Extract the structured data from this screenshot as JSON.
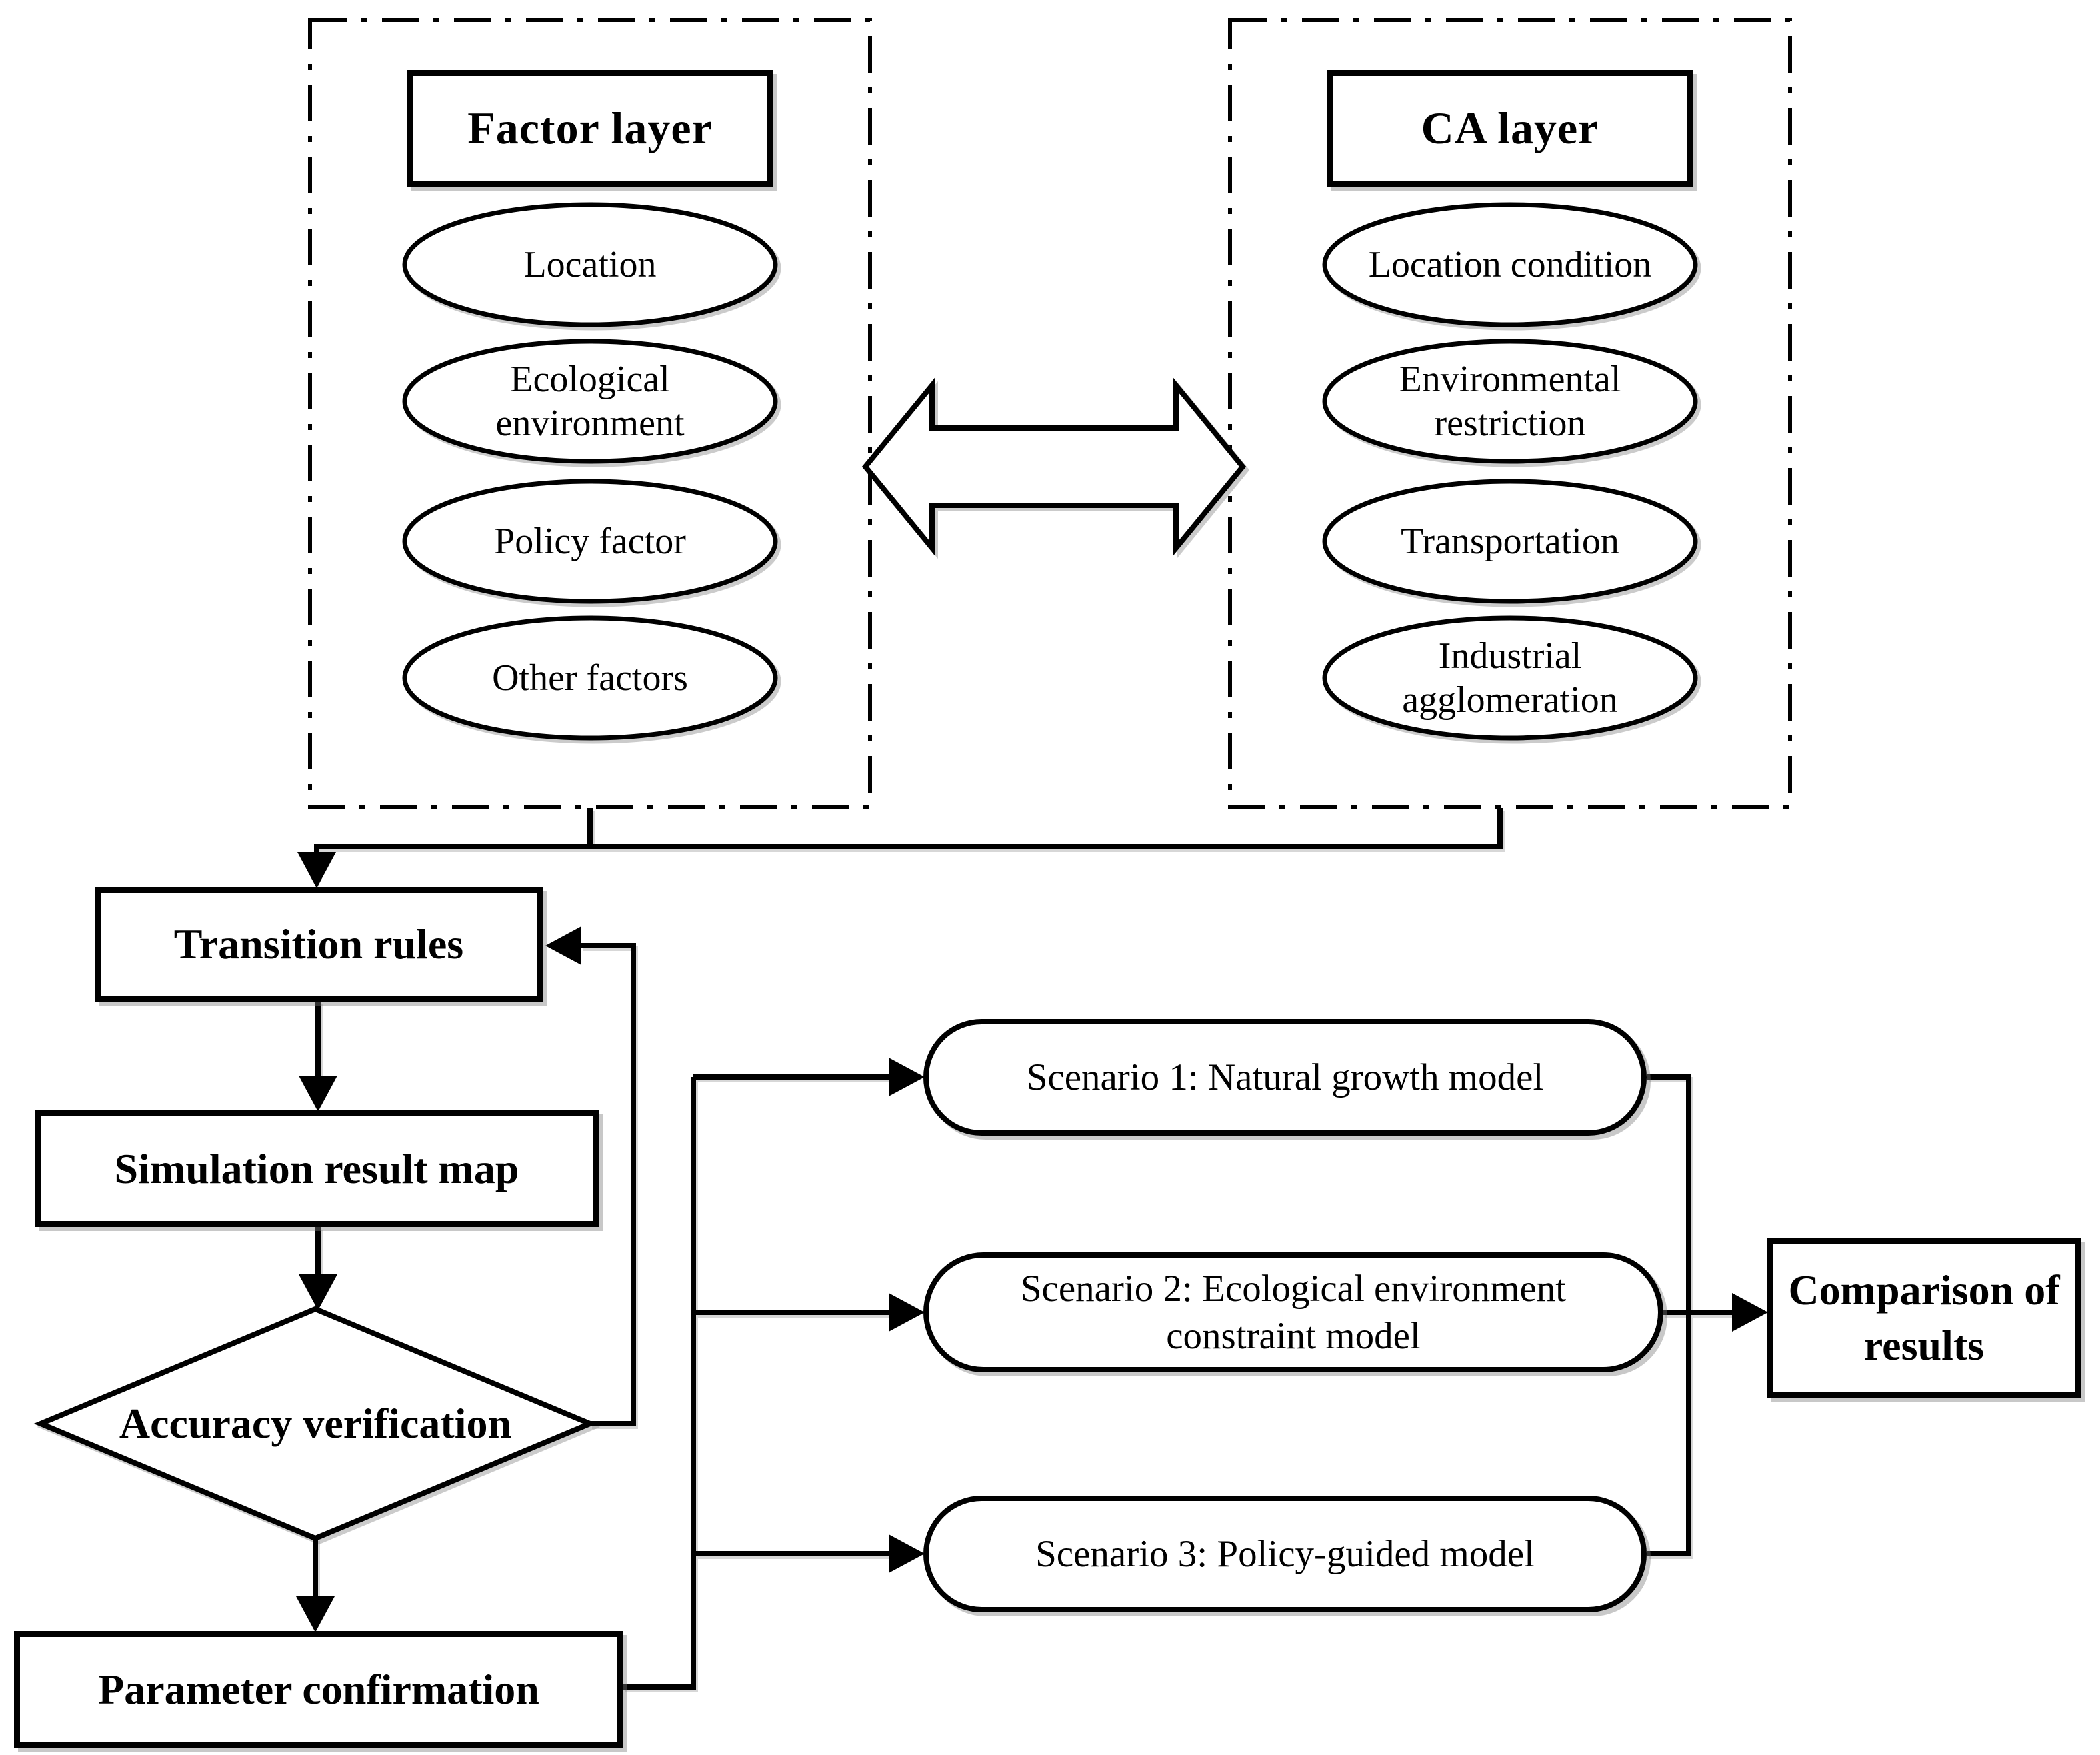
{
  "colors": {
    "stroke": "#000000",
    "background": "#ffffff"
  },
  "diagram": {
    "factor_layer": {
      "title": "Factor layer",
      "items": [
        "Location",
        "Ecological environment",
        "Policy factor",
        "Other factors"
      ]
    },
    "ca_layer": {
      "title": "CA layer",
      "items": [
        "Location condition",
        "Environmental restriction",
        "Transportation",
        "Industrial agglomeration"
      ]
    },
    "flow": {
      "transition_rules": "Transition rules",
      "simulation_result_map": "Simulation result map",
      "accuracy_verification": "Accuracy verification",
      "parameter_confirmation": "Parameter confirmation"
    },
    "scenarios": [
      "Scenario 1: Natural growth model",
      "Scenario 2: Ecological environment constraint model",
      "Scenario 3: Policy-guided model"
    ],
    "comparison": "Comparison of results"
  }
}
